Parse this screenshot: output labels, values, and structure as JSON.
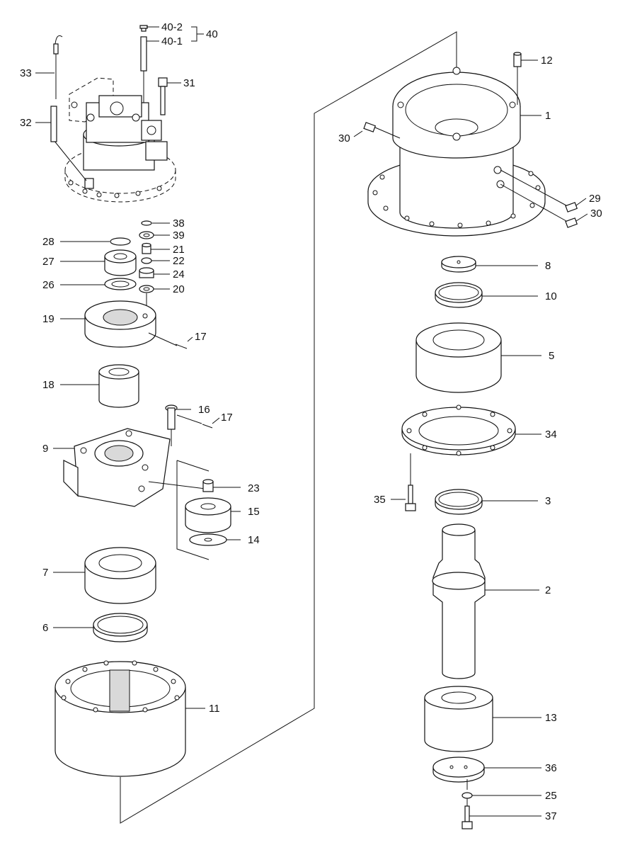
{
  "labels": {
    "p1": "1",
    "p2": "2",
    "p3": "3",
    "p5": "5",
    "p6": "6",
    "p7": "7",
    "p8": "8",
    "p9": "9",
    "p10": "10",
    "p11": "11",
    "p12": "12",
    "p13": "13",
    "p14": "14",
    "p15": "15",
    "p16": "16",
    "p17a": "17",
    "p17b": "17",
    "p18": "18",
    "p19": "19",
    "p20": "20",
    "p21": "21",
    "p22": "22",
    "p23": "23",
    "p24": "24",
    "p25": "25",
    "p26": "26",
    "p27": "27",
    "p28": "28",
    "p29": "29",
    "p30a": "30",
    "p30b": "30",
    "p31": "31",
    "p32": "32",
    "p33": "33",
    "p34": "34",
    "p35": "35",
    "p36": "36",
    "p37": "37",
    "p38": "38",
    "p39": "39",
    "p40": "40",
    "p40_1": "40-1",
    "p40_2": "40-2"
  }
}
